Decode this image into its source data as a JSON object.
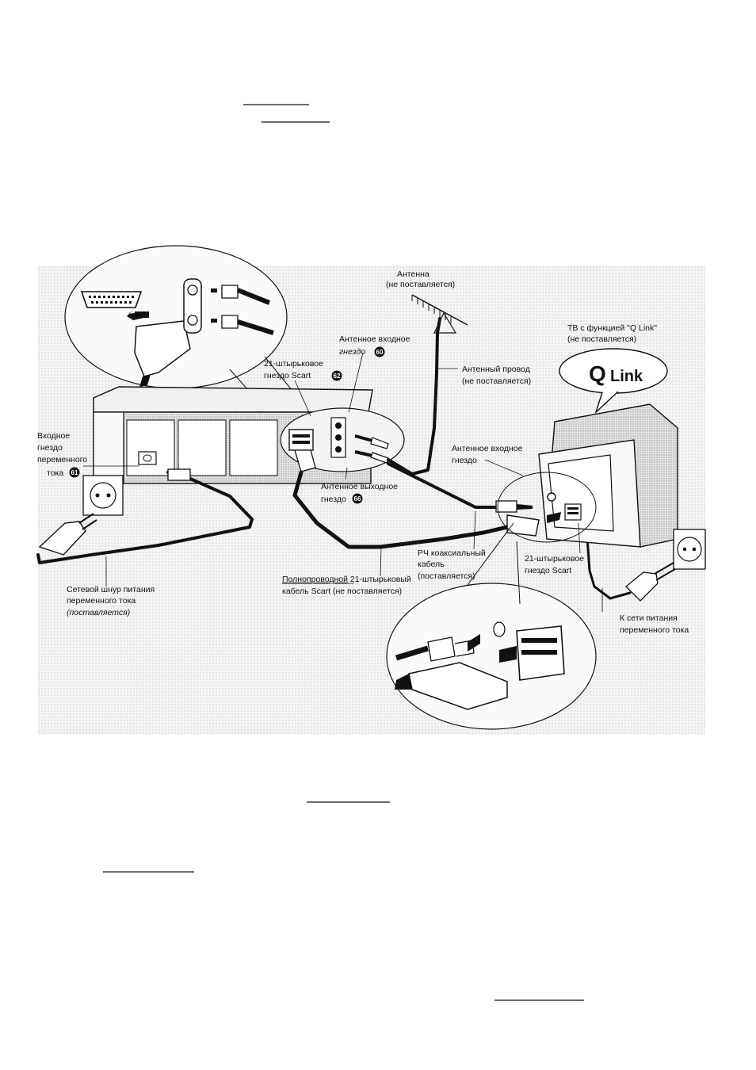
{
  "labels": {
    "antenna_line1": "Антенна",
    "antenna_line2": "(не поставляется)",
    "antenna_input_line1": "Антенное входное",
    "antenna_input_line2": "гнездо",
    "antenna_input_num": "60",
    "scart_vcr_line1": "21-штырьковое",
    "scart_vcr_line2": "гнездо Scart",
    "scart_vcr_num": "62",
    "antenna_cable_line1": "Антенный провод",
    "antenna_cable_line2": "(не поставляется)",
    "tv_line1": "ТВ с функцией \"Q Link\"",
    "tv_line2": "(не поставляется)",
    "qlink_logo": "QLink",
    "ac_input_line1": "Входное",
    "ac_input_line2": "гнездо",
    "ac_input_line3": "переменного",
    "ac_input_line4": "тока",
    "ac_input_num": "61",
    "tv_antenna_input_line1": "Антенное входное",
    "tv_antenna_input_line2": "гнездо",
    "antenna_output_line1": "Антенное выходное",
    "antenna_output_line2": "гнездо",
    "antenna_output_num": "66",
    "rf_cable_line1": "РЧ коаксиальный",
    "rf_cable_line2": "кабель",
    "rf_cable_line3": "(поставляется)",
    "tv_scart_line1": "21-штырьковое",
    "tv_scart_line2": "гнездо Scart",
    "scart_cable_underlined": "Полнопроводной",
    "scart_cable_rest": " 21-штырьковый",
    "scart_cable_line2": "кабель Scart (не поставляется)",
    "power_cord_line1": "Сетевой шнур питания",
    "power_cord_line2": "переменного тока",
    "power_cord_line3": "(поставляется)",
    "mains_line1": "К сети питания",
    "mains_line2": "переменного тока"
  }
}
